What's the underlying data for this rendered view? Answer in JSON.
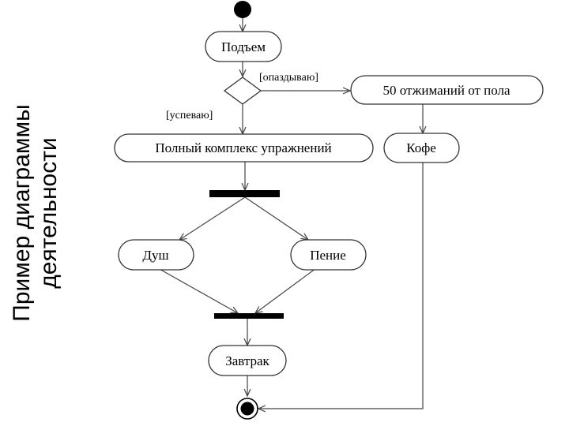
{
  "slide": {
    "title_line1": "Пример диаграммы",
    "title_line2": "деятельности"
  },
  "diagram": {
    "nodes": {
      "wake_up": "Подъем",
      "pushups": "50 отжиманий от пола",
      "full_workout": "Полный комплекс упражнений",
      "coffee": "Кофе",
      "shower": "Душ",
      "singing": "Пение",
      "breakfast": "Завтрак"
    },
    "guards": {
      "late": "[опаздываю]",
      "on_time": "[успеваю]"
    }
  }
}
